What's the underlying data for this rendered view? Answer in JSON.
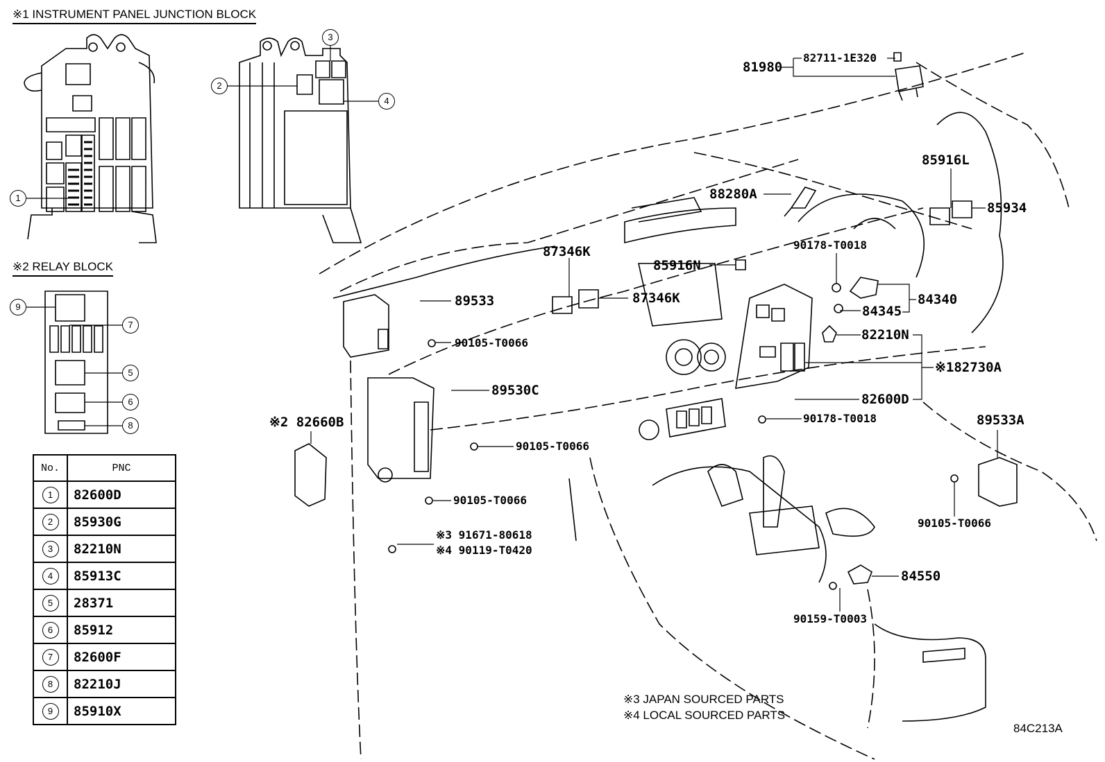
{
  "titles": {
    "junction_block": "※1 INSTRUMENT PANEL JUNCTION BLOCK",
    "relay_block": "※2 RELAY BLOCK"
  },
  "callouts": [
    "1",
    "2",
    "3",
    "4",
    "5",
    "6",
    "7",
    "8",
    "9"
  ],
  "pnc_table": {
    "headers": [
      "No.",
      "PNC"
    ],
    "rows": [
      {
        "no": "1",
        "pnc": "82600D"
      },
      {
        "no": "2",
        "pnc": "85930G"
      },
      {
        "no": "3",
        "pnc": "82210N"
      },
      {
        "no": "4",
        "pnc": "85913C"
      },
      {
        "no": "5",
        "pnc": "28371"
      },
      {
        "no": "6",
        "pnc": "85912"
      },
      {
        "no": "7",
        "pnc": "82600F"
      },
      {
        "no": "8",
        "pnc": "82210J"
      },
      {
        "no": "9",
        "pnc": "85910X"
      }
    ]
  },
  "part_labels": {
    "p81980": "81980",
    "p82711": "82711-1E320",
    "p85916L": "85916L",
    "p85934": "85934",
    "p88280A": "88280A",
    "p87346K_top": "87346K",
    "p85916N": "85916N",
    "p87346K_bot": "87346K",
    "p90178_top": "90178-T0018",
    "p84340": "84340",
    "p84345": "84345",
    "p89533": "89533",
    "p90105_a": "90105-T0066",
    "p82210N": "82210N",
    "p82730A": "※182730A",
    "p89530C": "89530C",
    "p82600D": "82600D",
    "p90178_bot": "90178-T0018",
    "p82660B": "※2 82660B",
    "p89533A": "89533A",
    "p90105_b": "90105-T0066",
    "p90105_c": "90105-T0066",
    "p91671": "※3 91671-80618",
    "p90119": "※4 90119-T0420",
    "p90105_d": "90105-T0066",
    "p84550": "84550",
    "p90159": "90159-T0003"
  },
  "notes": {
    "japan": "※3 JAPAN SOURCED PARTS",
    "local": "※4 LOCAL SOURCED PARTS"
  },
  "drawing_id": "84C213A"
}
